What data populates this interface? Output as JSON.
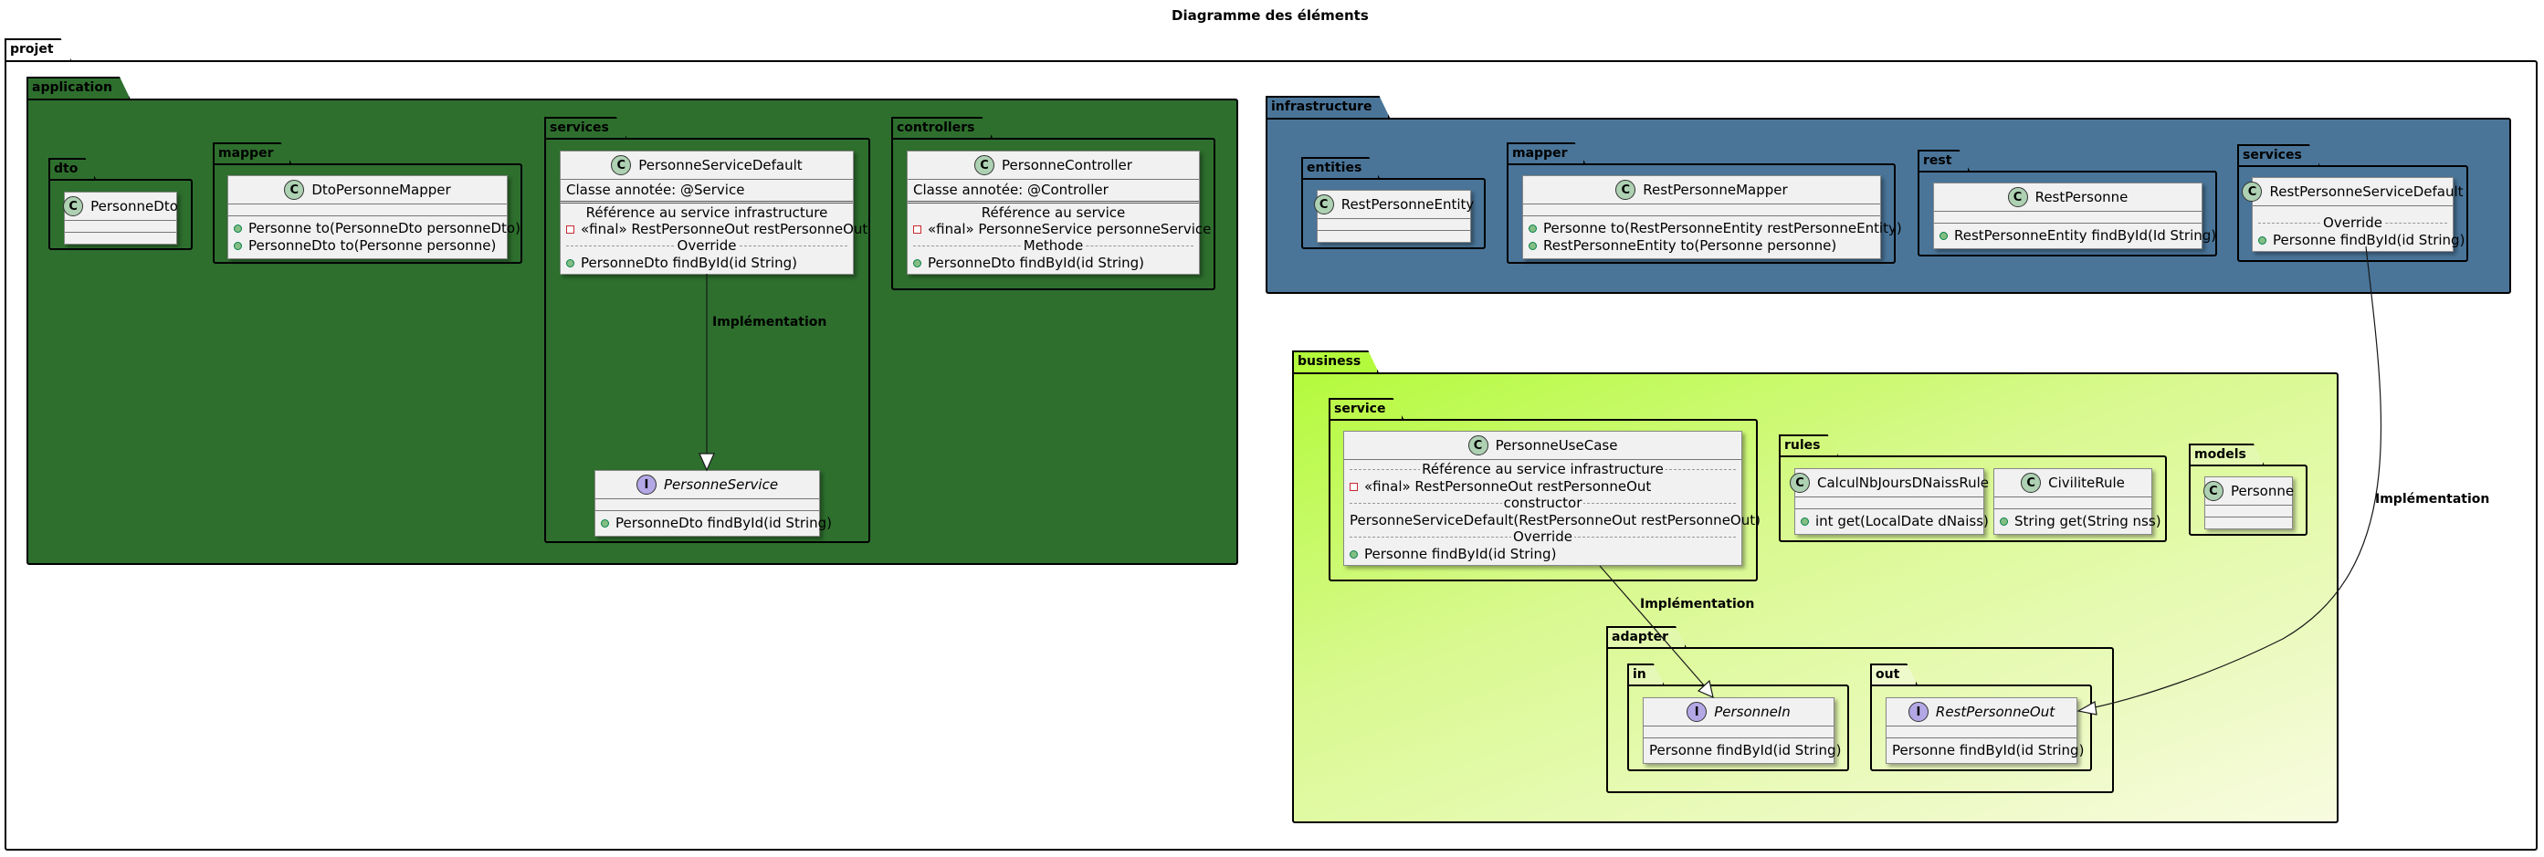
{
  "diagram": {
    "title": "Diagramme des éléments"
  },
  "packages": {
    "projet": "projet",
    "application": "application",
    "dto": "dto",
    "app_mapper": "mapper",
    "app_services": "services",
    "controllers": "controllers",
    "infrastructure": "infrastructure",
    "entities": "entities",
    "infra_mapper": "mapper",
    "rest": "rest",
    "infra_services": "services",
    "business": "business",
    "service": "service",
    "rules": "rules",
    "models": "models",
    "adapter": "adapter",
    "in": "in",
    "out": "out"
  },
  "colors": {
    "application": "#2e6f2e",
    "infrastructure": "#4a7599",
    "business_gradient_start": "#b4fa3c",
    "business_gradient_end": "#f8fbe0",
    "class_bg": "#f1f1f1",
    "class_icon": "#add1b2",
    "interface_icon": "#b4a7e5"
  },
  "classes": {
    "personneDto": {
      "name": "PersonneDto",
      "kind": "class"
    },
    "dtoPersonneMapper": {
      "name": "DtoPersonneMapper",
      "kind": "class",
      "methods": [
        "Personne to(PersonneDto personneDto)",
        "PersonneDto to(Personne personne)"
      ]
    },
    "personneServiceDefault": {
      "name": "PersonneServiceDefault",
      "kind": "class",
      "annotation": "Classe annotée: @Service",
      "sep1": "Référence au service infrastructure",
      "field": "«final» RestPersonneOut restPersonneOut",
      "sep2": "Override",
      "method": "PersonneDto findById(id String)"
    },
    "personneController": {
      "name": "PersonneController",
      "kind": "class",
      "annotation": "Classe annotée: @Controller",
      "sep1": "Référence au service",
      "field": "«final» PersonneService personneService",
      "sep2": "Methode",
      "method": "PersonneDto findById(id String)"
    },
    "personneService": {
      "name": "PersonneService",
      "kind": "interface",
      "method": "PersonneDto findById(id String)"
    },
    "restPersonneEntity": {
      "name": "RestPersonneEntity",
      "kind": "class"
    },
    "restPersonneMapper": {
      "name": "RestPersonneMapper",
      "kind": "class",
      "methods": [
        "Personne to(RestPersonneEntity restPersonneEntity)",
        "RestPersonneEntity to(Personne personne)"
      ]
    },
    "restPersonne": {
      "name": "RestPersonne",
      "kind": "class",
      "method": "RestPersonneEntity findById(Id String)"
    },
    "restPersonneServiceDefault": {
      "name": "RestPersonneServiceDefault",
      "kind": "class",
      "sep": "Override",
      "method": "Personne findById(id String)"
    },
    "personneUseCase": {
      "name": "PersonneUseCase",
      "kind": "class",
      "sep1": "Référence au service infrastructure",
      "field": "«final» RestPersonneOut restPersonneOut",
      "sep2": "constructor",
      "ctor": "PersonneServiceDefault(RestPersonneOut restPersonneOut)",
      "sep3": "Override",
      "method": "Personne findById(id String)"
    },
    "calculNbJours": {
      "name": "CalculNbJoursDNaissRule",
      "kind": "class",
      "method": "int get(LocalDate dNaiss)"
    },
    "civiliteRule": {
      "name": "CiviliteRule",
      "kind": "class",
      "method": "String get(String nss)"
    },
    "personne": {
      "name": "Personne",
      "kind": "class"
    },
    "personneIn": {
      "name": "PersonneIn",
      "kind": "interface",
      "method": "Personne findById(id String)"
    },
    "restPersonneOut": {
      "name": "RestPersonneOut",
      "kind": "interface",
      "method": "Personne findById(id String)"
    }
  },
  "icons": {
    "class": "C",
    "interface": "I"
  },
  "relations": {
    "impl1": "Implémentation",
    "impl2": "Implémentation",
    "impl3": "Implémentation"
  }
}
